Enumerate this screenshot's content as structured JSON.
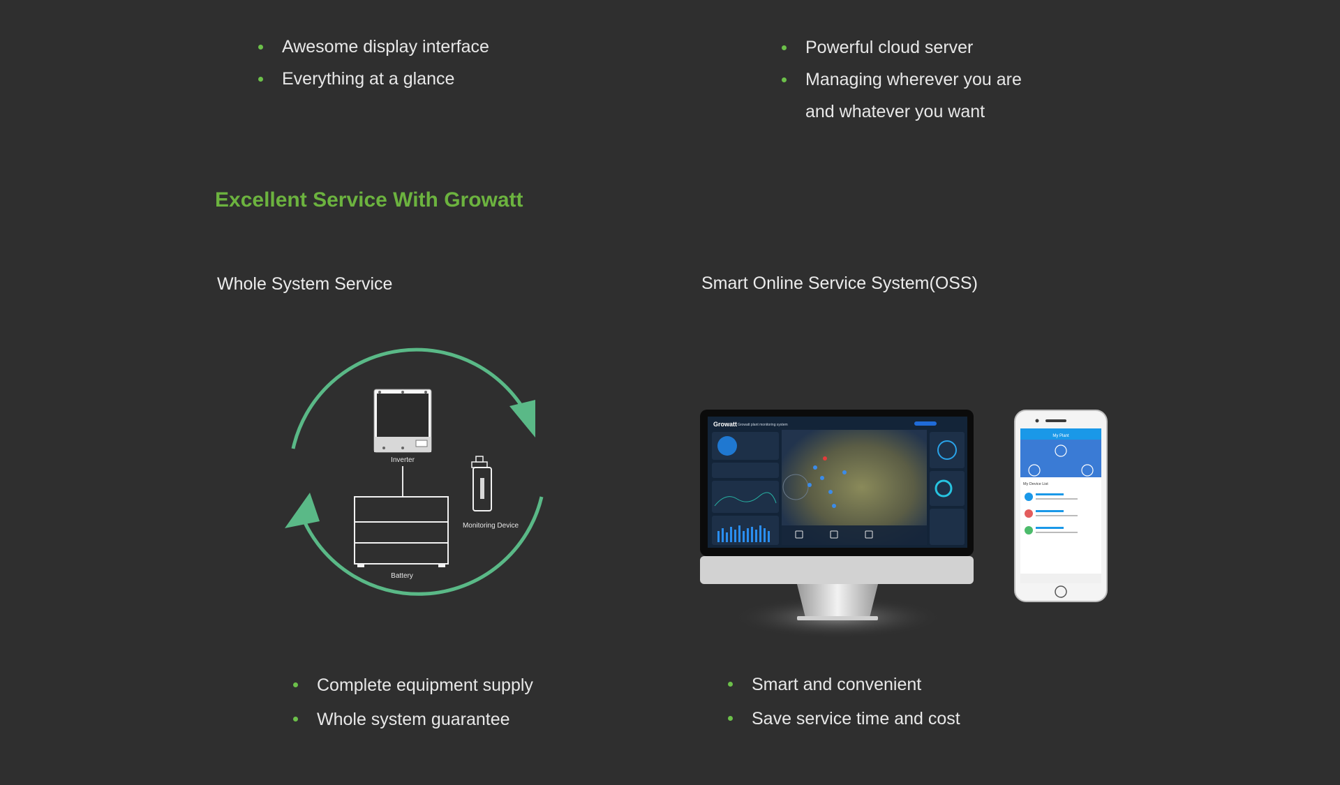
{
  "top_left_bullets": [
    "Awesome display interface",
    "Everything at a glance"
  ],
  "top_right_bullets": [
    "Powerful cloud server",
    "Managing wherever you are",
    "and whatever you want"
  ],
  "section_title": "Excellent Service With Growatt",
  "whole_system": {
    "title": "Whole System Service",
    "labels": {
      "inverter": "Inverter",
      "battery": "Battery",
      "monitoring": "Monitoring Device"
    },
    "bullets": [
      "Complete equipment supply",
      "Whole system guarantee"
    ]
  },
  "oss": {
    "title": "Smart Online Service System(OSS)",
    "monitor_brand": "Growatt",
    "monitor_title": "Growatt plant monitoring system",
    "phone_header": "My Plant",
    "phone_list_title": "My Device List",
    "bullets": [
      "Smart and convenient",
      "Save service time and cost"
    ]
  },
  "colors": {
    "accent_green": "#6cb33f",
    "cycle_green": "#5ab987",
    "background": "#2f2f2f"
  }
}
